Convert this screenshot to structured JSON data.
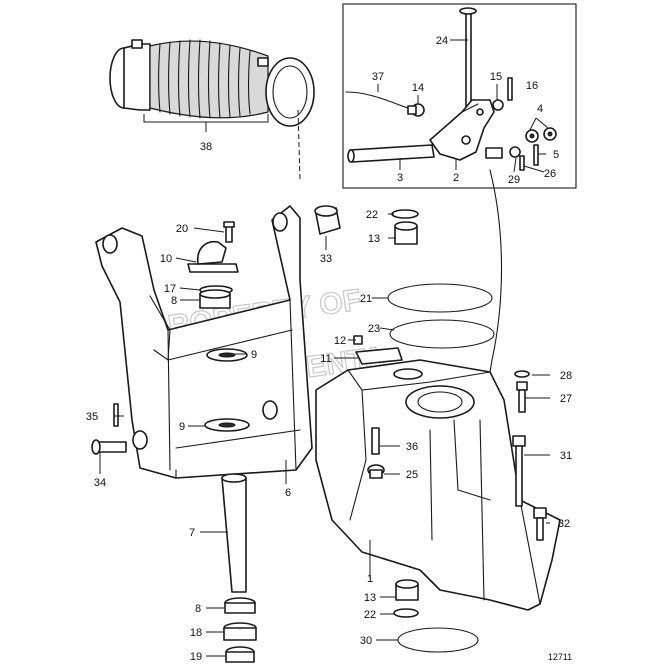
{
  "reference_number": "12711",
  "watermark": [
    "PROPERTY OF",
    "VOLVO PENTA"
  ],
  "callouts": [
    {
      "id": "c1",
      "label": "1"
    },
    {
      "id": "c2",
      "label": "2"
    },
    {
      "id": "c3",
      "label": "3"
    },
    {
      "id": "c4",
      "label": "4"
    },
    {
      "id": "c5",
      "label": "5"
    },
    {
      "id": "c6",
      "label": "6"
    },
    {
      "id": "c7",
      "label": "7"
    },
    {
      "id": "c8a",
      "label": "8"
    },
    {
      "id": "c8b",
      "label": "8"
    },
    {
      "id": "c9a",
      "label": "9"
    },
    {
      "id": "c9b",
      "label": "9"
    },
    {
      "id": "c10",
      "label": "10"
    },
    {
      "id": "c11",
      "label": "11"
    },
    {
      "id": "c12",
      "label": "12"
    },
    {
      "id": "c13a",
      "label": "13"
    },
    {
      "id": "c13b",
      "label": "13"
    },
    {
      "id": "c14",
      "label": "14"
    },
    {
      "id": "c15",
      "label": "15"
    },
    {
      "id": "c16",
      "label": "16"
    },
    {
      "id": "c17",
      "label": "17"
    },
    {
      "id": "c18",
      "label": "18"
    },
    {
      "id": "c19",
      "label": "19"
    },
    {
      "id": "c20",
      "label": "20"
    },
    {
      "id": "c21",
      "label": "21"
    },
    {
      "id": "c22a",
      "label": "22"
    },
    {
      "id": "c22b",
      "label": "22"
    },
    {
      "id": "c23",
      "label": "23"
    },
    {
      "id": "c24",
      "label": "24"
    },
    {
      "id": "c25",
      "label": "25"
    },
    {
      "id": "c26",
      "label": "26"
    },
    {
      "id": "c27",
      "label": "27"
    },
    {
      "id": "c28",
      "label": "28"
    },
    {
      "id": "c29",
      "label": "29"
    },
    {
      "id": "c30",
      "label": "30"
    },
    {
      "id": "c31",
      "label": "31"
    },
    {
      "id": "c32",
      "label": "32"
    },
    {
      "id": "c33",
      "label": "33"
    },
    {
      "id": "c34",
      "label": "34"
    },
    {
      "id": "c35",
      "label": "35"
    },
    {
      "id": "c36",
      "label": "36"
    },
    {
      "id": "c37",
      "label": "37"
    },
    {
      "id": "c38",
      "label": "38"
    }
  ]
}
